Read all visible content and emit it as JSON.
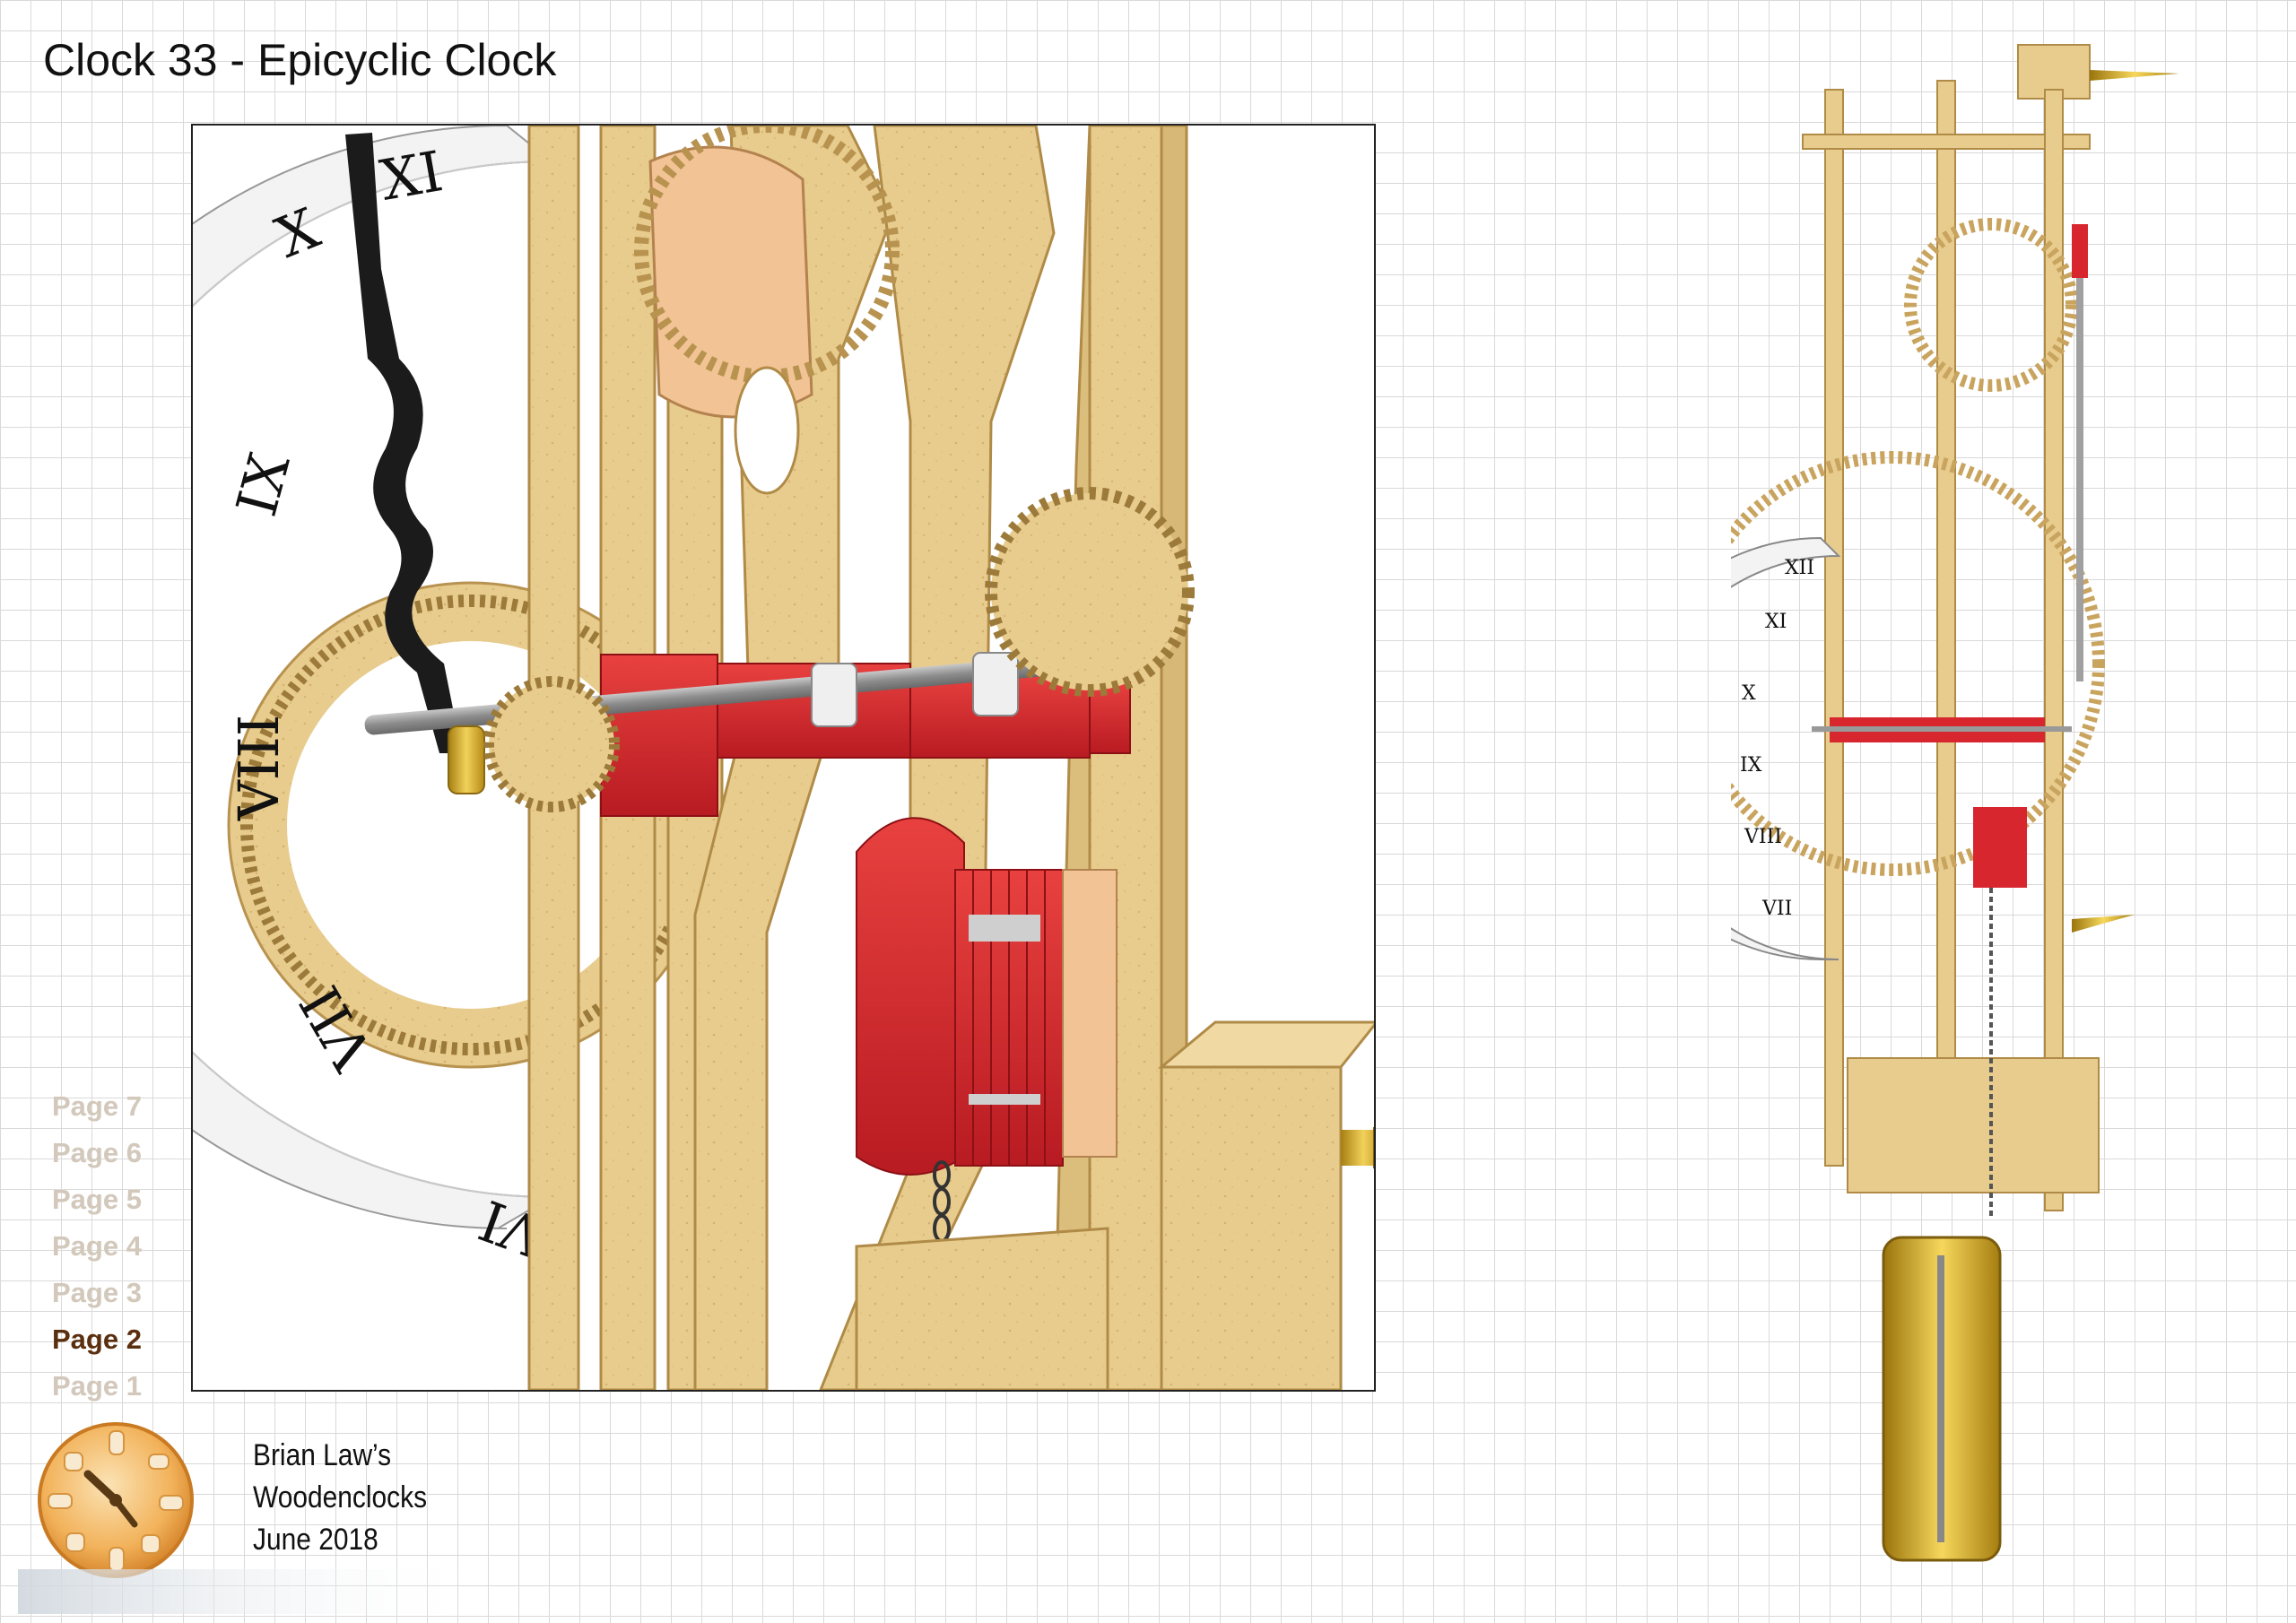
{
  "document": {
    "title": "Clock 33 - Epicyclic Clock"
  },
  "page_nav": {
    "items": [
      {
        "label": "Page 7",
        "active": false
      },
      {
        "label": "Page 6",
        "active": false
      },
      {
        "label": "Page 5",
        "active": false
      },
      {
        "label": "Page 4",
        "active": false
      },
      {
        "label": "Page 3",
        "active": false
      },
      {
        "label": "Page 2",
        "active": true
      },
      {
        "label": "Page 1",
        "active": false
      }
    ]
  },
  "credit": {
    "line1": "Brian Law’s",
    "line2": "Woodenclocks",
    "line3": "June 2018"
  },
  "dial": {
    "numerals": [
      "XI",
      "X",
      "IX",
      "VIII",
      "VII",
      "VI"
    ],
    "small_numerals": [
      "XII",
      "XI",
      "X",
      "IX",
      "VIII",
      "VII"
    ]
  },
  "colors": {
    "wood": "#e6c98a",
    "wood_dark": "#c9a45e",
    "red": "#d8262e",
    "brass": "#d4a722",
    "steel": "#9a9a9a",
    "grid": "#d9d9d9",
    "nav_active": "#5a2f10",
    "nav_inactive": "#d2c8bb"
  },
  "icons": {
    "logo": "wooden-clock-logo-icon"
  }
}
